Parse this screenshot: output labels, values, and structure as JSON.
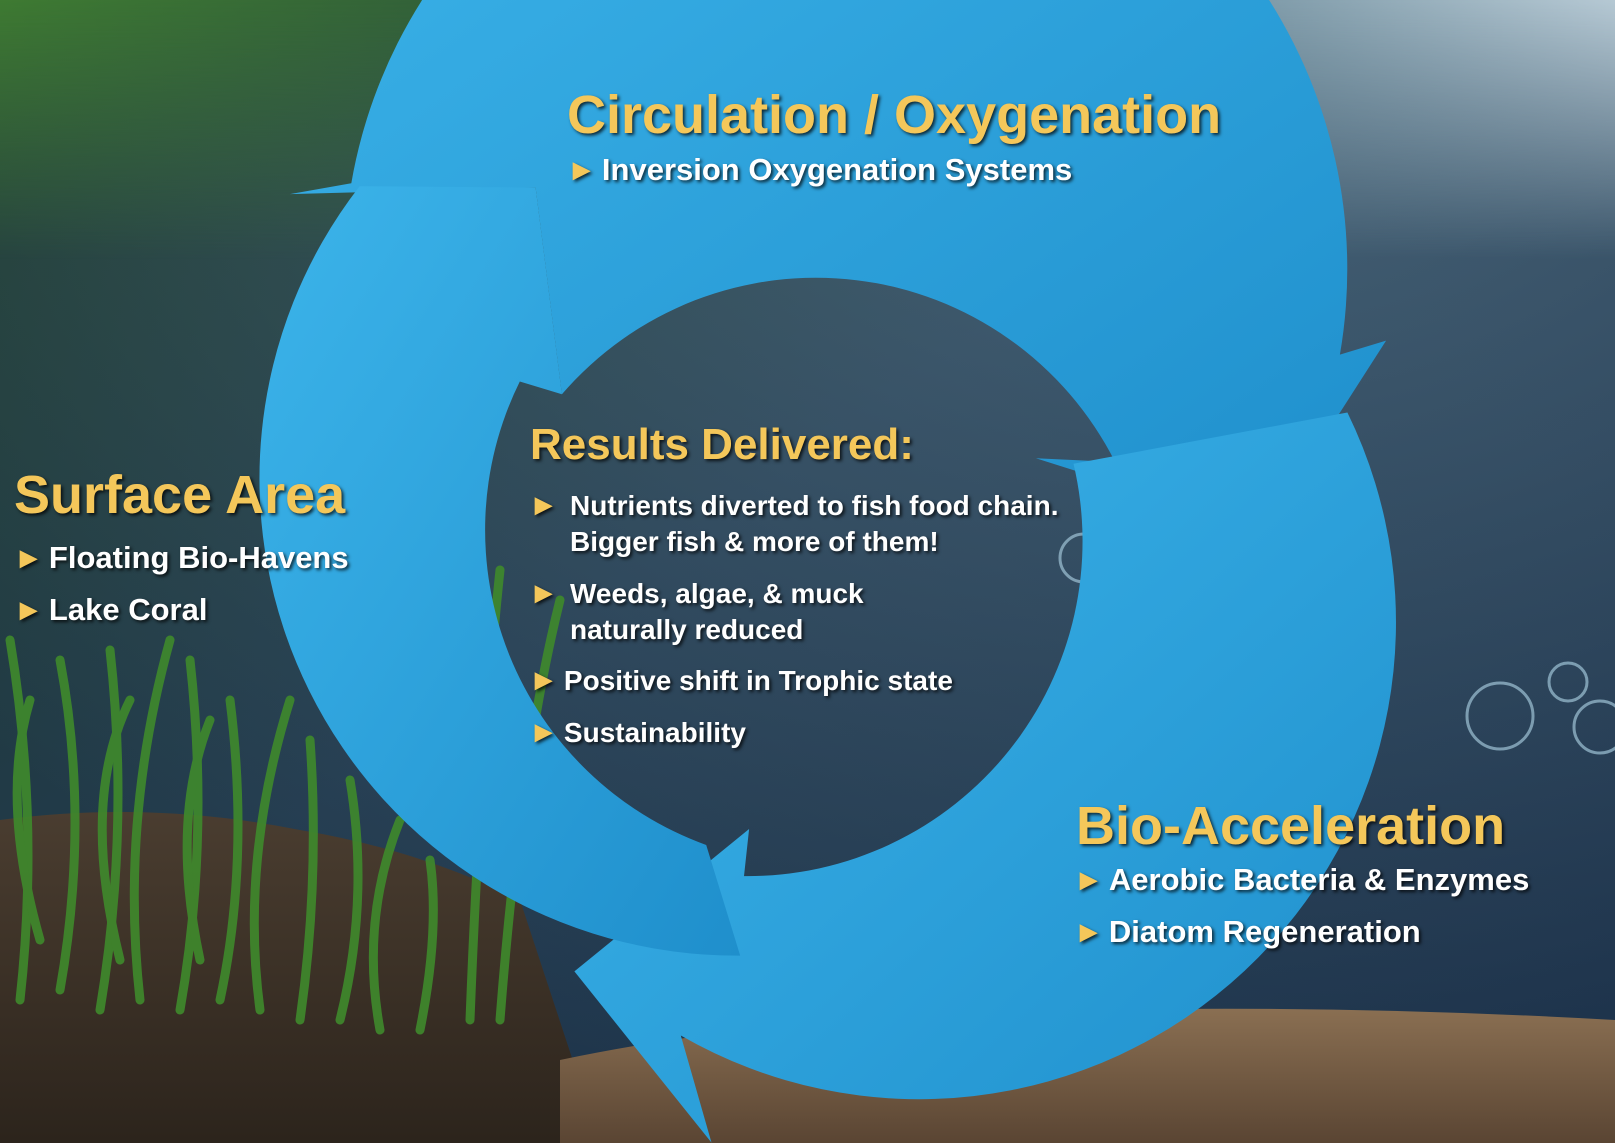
{
  "colors": {
    "heading": "#F4C75A",
    "item_text": "#FFFFFF",
    "arrow": "#2BA6E0",
    "water_dark": "#1C3550",
    "algae_green": "#3F7A2E",
    "sediment": "#7A6147"
  },
  "bullet_icon": "triangle-right",
  "circulation": {
    "title": "Circulation / Oxygenation",
    "items": [
      "Inversion Oxygenation Systems"
    ]
  },
  "surface_area": {
    "title": "Surface Area",
    "items": [
      "Floating Bio-Havens",
      "Lake Coral"
    ]
  },
  "bio_acceleration": {
    "title": "Bio-Acceleration",
    "items": [
      "Aerobic Bacteria & Enzymes",
      "Diatom Regeneration"
    ]
  },
  "results": {
    "title": "Results Delivered:",
    "items": [
      "Nutrients diverted to fish food chain. Bigger fish & more of them!",
      "Weeds, algae, & muck naturally reduced",
      "Positive shift in Trophic state",
      "Sustainability"
    ]
  }
}
